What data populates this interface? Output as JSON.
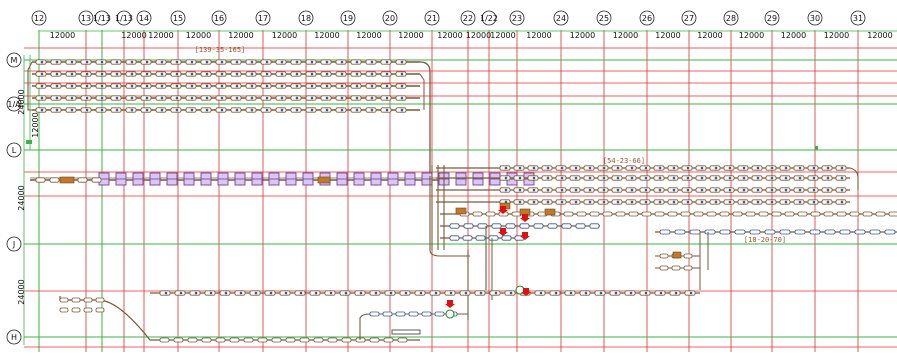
{
  "columns": [
    "12",
    "13",
    "1/13",
    "1/13",
    "14",
    "15",
    "16",
    "17",
    "18",
    "19",
    "20",
    "21",
    "22",
    "1/22",
    "23",
    "24",
    "25",
    "26",
    "27",
    "28",
    "29",
    "30",
    "31"
  ],
  "column_spacing_label": "12000",
  "rows": [
    "M",
    "1/A",
    "L",
    "J",
    "H"
  ],
  "row_dims": [
    "24000",
    "12000",
    "24000",
    "24000"
  ],
  "annotations": [
    "[139-35-165]",
    "[54-23-66]",
    "[10-20-70]"
  ],
  "colors": {
    "grid_red": "#e03030",
    "grid_green": "#3cb34a",
    "conveyor": "#7a5a3a",
    "roller": "#3a5a8a",
    "unit_purple": "#7a3aa0",
    "marker_red": "#e01010",
    "accent_orange": "#c0782a"
  }
}
